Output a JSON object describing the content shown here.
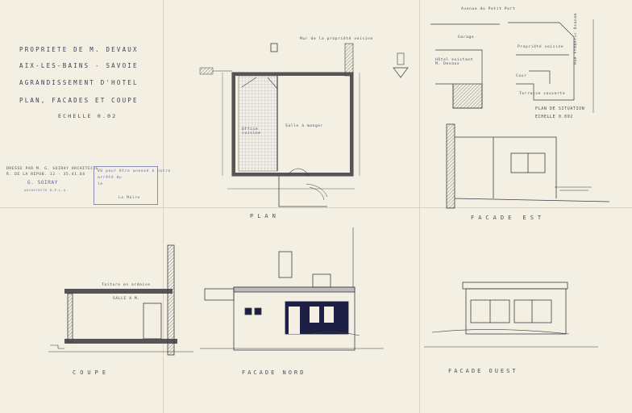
{
  "title_block": {
    "lines": [
      "PROPRIETE DE M. DEVAUX",
      "AIX-LES-BAINS - SAVOIE",
      "AGRANDISSEMENT D'HOTEL",
      "PLAN, FACADES ET COUPE",
      "ECHELLE 0.02"
    ]
  },
  "architect": {
    "line1": "DRESSE PAR M. G. SOIRAY ARCHITECTE",
    "line2": "R. DE LA REPUB. 12 - 35.41.64",
    "stamp_name": "G. SOIRAY",
    "stamp_sub": "ARCHITECTE D.P.L.G."
  },
  "approval_stamp": {
    "line1": "VU pour être annexé à notre",
    "line2": "arrêté du",
    "line3": "le",
    "signature": "Le Maire"
  },
  "plan_labels": {
    "top_note": "Mur de la propriété voisine",
    "salle": "Salle à manger",
    "office": "Office cuisine",
    "situation_top": "Avenue du Petit Port",
    "hotel": "Hôtel existant M. Devaux",
    "voisin": "Propriété voisine",
    "cour": "Cour",
    "garage": "Garage",
    "terrasse": "Terrasse couverte",
    "rue": "Rue Frederic Ozanam",
    "plan_situation": "PLAN DE SITUATION",
    "plan_situation_scale": "ECHELLE 0.002",
    "coupe_top_note": "Toiture en ardoise",
    "coupe_room": "SALLE A M."
  },
  "view_titles": {
    "plan": "PLAN",
    "facade_est": "FACADE EST",
    "coupe": "COUPE",
    "facade_nord": "FACADE NORD",
    "facade_ouest": "FACADE OUEST"
  }
}
